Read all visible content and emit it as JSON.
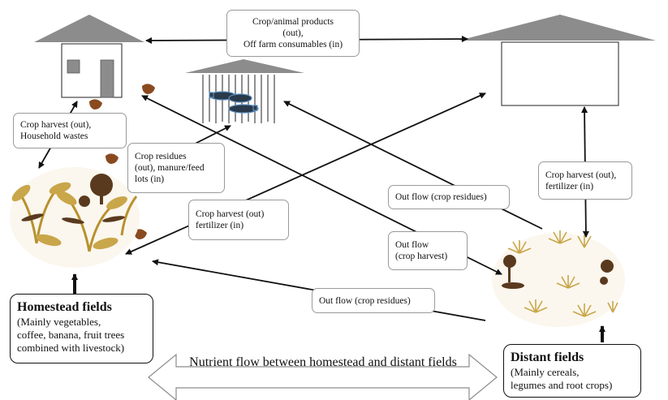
{
  "labels": {
    "top_exchange": "Crop/animal products\n(out),\nOff farm consumables (in)",
    "crop_harvest_household": "Crop harvest (out),\nHousehold wastes",
    "crop_residues_manure": "Crop residues\n(out), manure/feed\nlots (in)",
    "crop_harvest_fertilizer_left": "Crop harvest (out)\nfertilizer (in)",
    "outflow_residues_upper": "Out flow (crop residues)",
    "outflow_harvest": "Out flow\n(crop harvest)",
    "outflow_residues_lower": "Out flow (crop residues)",
    "crop_harvest_fertilizer_right": "Crop harvest (out),\nfertilizer (in)"
  },
  "homestead": {
    "title": "Homestead fields",
    "description": "(Mainly vegetables,\ncoffee, banana, fruit trees\ncombined with livestock)"
  },
  "distant": {
    "title": "Distant fields",
    "description": "(Mainly cereals,\nlegumes and root crops)"
  },
  "bottom_arrow_label": "Nutrient flow between homestead and distant fields",
  "icons": [
    "house-icon",
    "livestock-shed-icon",
    "market-building-icon",
    "chicken-icon",
    "homestead-field-icon",
    "distant-field-icon"
  ],
  "colors": {
    "roof": "#8c8c8c",
    "arrow": "#111111",
    "box_border": "#9a9a9a"
  }
}
